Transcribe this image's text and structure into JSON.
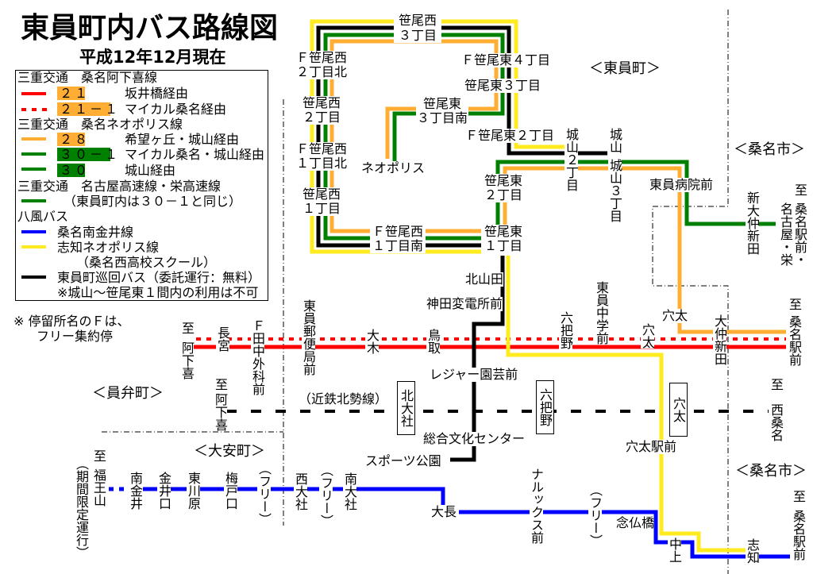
{
  "title": "東員町内バス路線図",
  "subtitle": "平成12年12月現在",
  "colors": {
    "red": "#ff0000",
    "orange": "#ffad33",
    "green": "#008000",
    "blue": "#0000ff",
    "yellow": "#ffeb1f",
    "black": "#000000"
  },
  "legend": {
    "groups": [
      {
        "header": "三重交通　桑名阿下喜線",
        "routes": [
          {
            "badge": "２１",
            "badge_color": "orange",
            "line_color": "red",
            "line_style": "solid",
            "desc": "坂井橋経由"
          },
          {
            "badge": "２１－１",
            "badge_color": "orange",
            "line_color": "red",
            "line_style": "dotted",
            "desc": "マイカル桑名経由"
          }
        ]
      },
      {
        "header": "三重交通　桑名ネオポリス線",
        "routes": [
          {
            "badge": "２８",
            "badge_color": "orange",
            "line_color": "orange",
            "line_style": "solid",
            "desc": "希望ヶ丘・城山経由"
          },
          {
            "badge": "３０－１",
            "badge_color": "green",
            "line_color": "green",
            "line_style": "solid",
            "desc": "マイカル桑名・城山経由"
          },
          {
            "badge": "３０",
            "badge_color": "green",
            "line_color": "green",
            "line_style": "solid",
            "desc": "城山経由"
          }
        ]
      },
      {
        "header": "三重交通　名古屋高速線・栄高速線",
        "routes": [
          {
            "line_color": "green",
            "line_style": "solid",
            "desc": "（東員町内は３０－１と同じ）"
          }
        ]
      },
      {
        "header": "八風バス",
        "routes": [
          {
            "line_color": "blue",
            "line_style": "solid",
            "desc": "桑名南金井線"
          },
          {
            "line_color": "yellow",
            "line_style": "solid",
            "desc": "志知ネオポリス線",
            "note": "（桑名西高校スクール）"
          }
        ]
      },
      {
        "routes": [
          {
            "line_color": "black",
            "line_style": "solid",
            "desc": "東員町巡回バス（委託運行：無料）",
            "note": "※城山～笹尾東１間内の利用は不可"
          }
        ]
      }
    ]
  },
  "footnote": {
    "line1": "※ 停留所名のＦは、",
    "line2": "フリー集約停"
  },
  "areas": {
    "toin": "＜東員町＞",
    "kuwana_north": "＜桑名市＞",
    "inabe": "＜員弁町＞",
    "daian": "＜大安町＞",
    "kuwana_south": "＜桑名市＞"
  },
  "stations": {
    "sasaonishi_3": "笹尾西\n３丁目",
    "f_sasaonishi_2_kita": "Ｆ笹尾西\n２丁目北",
    "sasaonishi_2": "笹尾西\n２丁目",
    "f_sasaonishi_1_kita": "Ｆ笹尾西\n１丁目北",
    "sasaonishi_1": "笹尾西\n１丁目",
    "f_sasaonishi_1_minami": "Ｆ笹尾西\n１丁目南",
    "sasaohigashi_1": "笹尾東\n１丁目",
    "sasaohigashi_2": "笹尾東\n２丁目",
    "f_sasaohigashi_4": "Ｆ笹尾東４丁目",
    "sasaohigashi_3": "笹尾東３丁目",
    "sasaohigashi_3_minami": "笹尾東\n３丁目南",
    "neopolis": "ネオポリス",
    "f_sasaohigashi_2": "Ｆ笹尾東２丁目",
    "shiroyama_2": "城山２丁目",
    "shiroyama": "城山",
    "shiroyama_3": "城山３丁目",
    "toin_byoin_mae": "東員病院前",
    "shin_onaka_shinden": "新大仲新田",
    "kitayamada": "北山田",
    "kanda_hendensho_mae": "神田変電所前",
    "leisure_engei_mae": "レジャー園芸前",
    "sogo_bunka_center": "総合文化センター",
    "sports_koen": "スポーツ公園",
    "nagamiya": "長宮",
    "f_tanaka_geka_mae": "Ｆ田中外科前",
    "toin_yubinkyoku_mae": "東員郵便局前",
    "oki": "大木",
    "tottori": "鳥取",
    "rokuhano": "六把野",
    "toin_chugaku_mae": "東員中学前",
    "anou": "穴太",
    "anou_orange": "穴太",
    "onaka_shinden": "大仲新田",
    "anou_ekimae": "穴太駅前",
    "minami_kanai": "南金井",
    "kanai_guchi": "金井口",
    "higashi_kawahara": "東川原",
    "umedo_guchi": "梅戸口",
    "free_1": "（フリー）",
    "nishi_oyashiro": "西大社",
    "free_2": "（フリー）",
    "minami_oyashiro": "南大社",
    "ocho": "大長",
    "narux_mae": "ナルックス前",
    "free_3": "（フリー）",
    "nenbutsubashi": "念仏橋",
    "nakagami": "中上",
    "shichi": "志知"
  },
  "railway": {
    "name": "（近鉄北勢線）",
    "stations": {
      "kita_oyashiro": "北大社",
      "rokuhano": "六把野",
      "anou": "穴太"
    }
  },
  "destinations": {
    "prefix": "至",
    "red_west": "阿下喜",
    "red_east": "桑名駅前",
    "green_east_kuwana": "桑名駅前・",
    "green_east_nagoya": "名古屋・栄",
    "rail_west": "阿下喜",
    "rail_east": "西桑名",
    "blue_west": "福王山",
    "blue_west_note": "（期間限定運行）",
    "blue_east": "桑名駅前"
  }
}
